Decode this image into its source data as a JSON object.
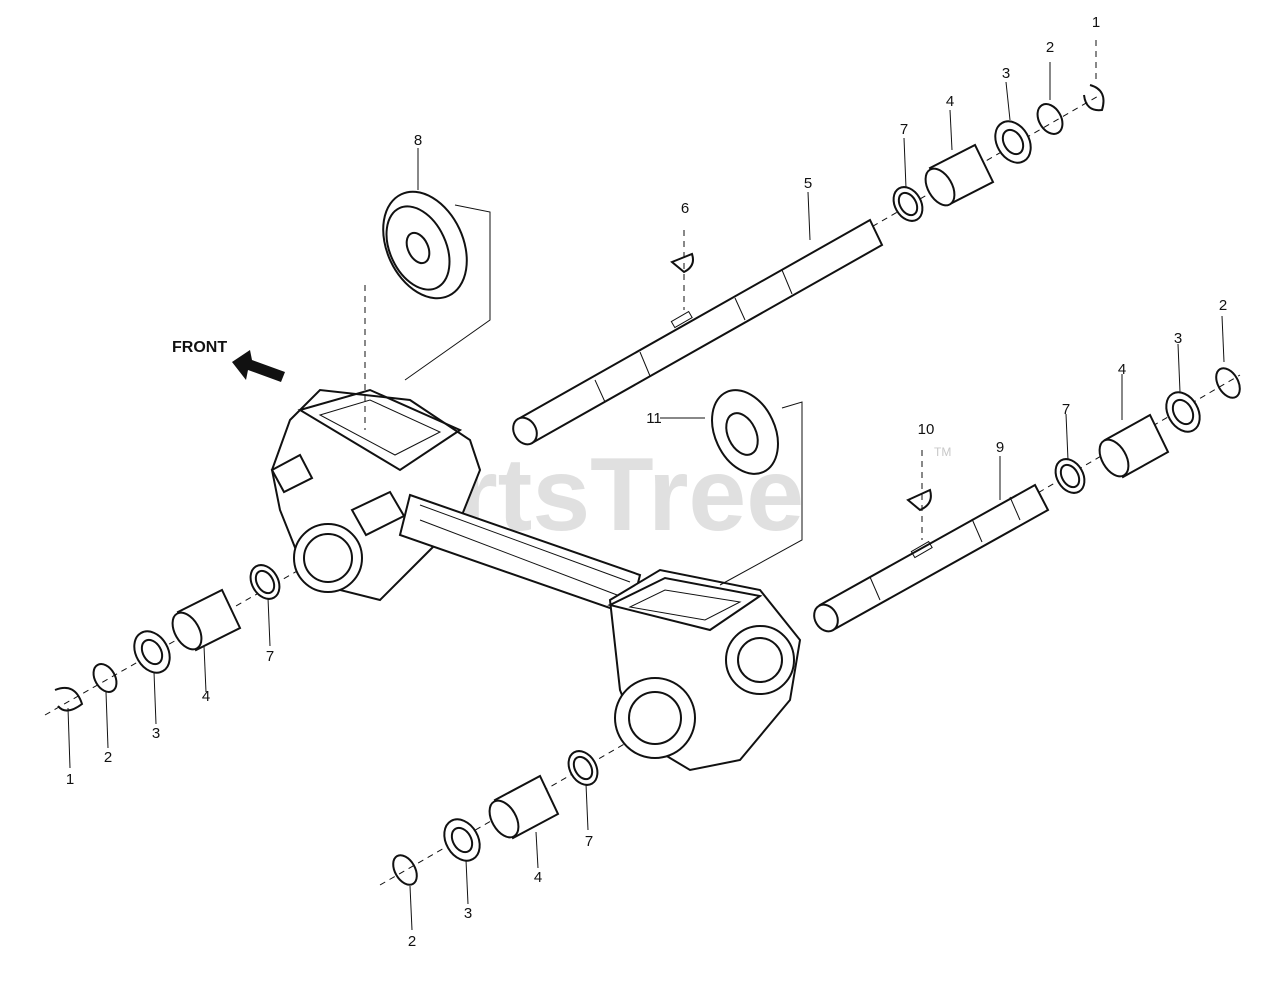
{
  "front_label": "FRONT",
  "watermark": "PartsTree",
  "trademark": "TM",
  "callouts": {
    "c1_top": "1",
    "c2_top": "2",
    "c3_top": "3",
    "c4_top": "4",
    "c7_top": "7",
    "c5": "5",
    "c6": "6",
    "c8": "8",
    "c2_right": "2",
    "c3_right": "3",
    "c4_right": "4",
    "c7_right": "7",
    "c9": "9",
    "c10": "10",
    "c11": "11",
    "c1_left": "1",
    "c2_left": "2",
    "c3_left": "3",
    "c4_left": "4",
    "c7_left": "7",
    "c2_bottom": "2",
    "c3_bottom": "3",
    "c4_bottom": "4",
    "c7_bottom": "7"
  },
  "colors": {
    "ink": "#111111",
    "watermark": "#c8c8c8",
    "background": "#ffffff"
  }
}
